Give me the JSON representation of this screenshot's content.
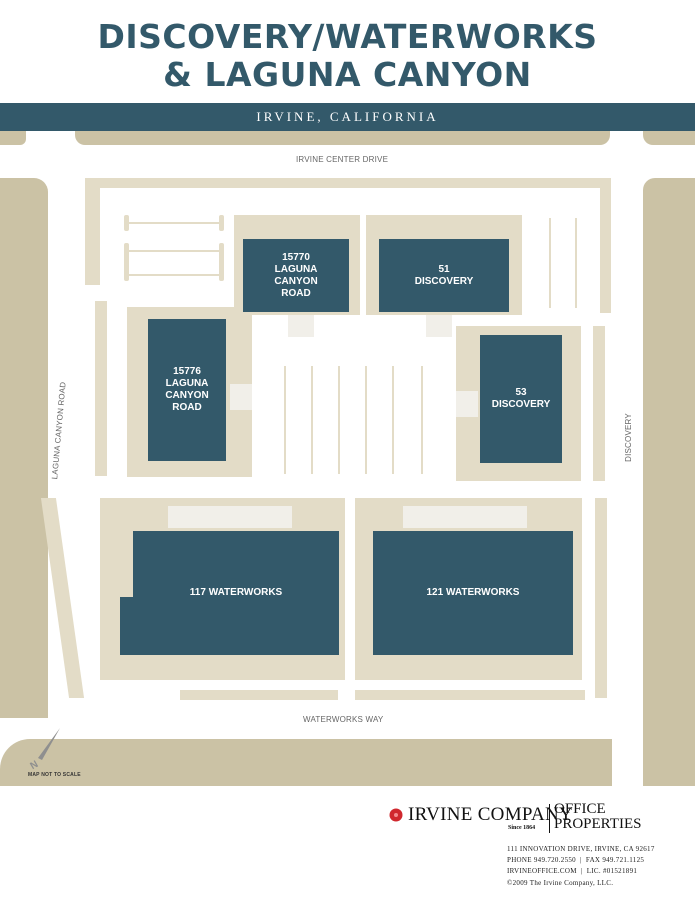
{
  "header": {
    "title_line1": "DISCOVERY/WATERWORKS",
    "title_line2": "& LAGUNA CANYON",
    "subtitle": "IRVINE, CALIFORNIA"
  },
  "colors": {
    "brand_blue": "#33596a",
    "road": "#cbc2a5",
    "pavement": "#e3dcc7",
    "plaza": "#f1efe9",
    "logo_red": "#d0282e"
  },
  "map": {
    "streets": {
      "north": "IRVINE CENTER DRIVE",
      "west": "LAGUNA CANYON ROAD",
      "east": "DISCOVERY",
      "south": "WATERWORKS WAY"
    },
    "buildings": [
      {
        "id": "15770",
        "lines": [
          "15770",
          "LAGUNA",
          "CANYON",
          "ROAD"
        ]
      },
      {
        "id": "51",
        "lines": [
          "51",
          "DISCOVERY"
        ]
      },
      {
        "id": "15776",
        "lines": [
          "15776",
          "LAGUNA",
          "CANYON",
          "ROAD"
        ]
      },
      {
        "id": "53",
        "lines": [
          "53",
          "DISCOVERY"
        ]
      },
      {
        "id": "117",
        "lines": [
          "117 WATERWORKS"
        ]
      },
      {
        "id": "121",
        "lines": [
          "121 WATERWORKS"
        ]
      }
    ],
    "north_arrow_label": "N",
    "scale_note": "MAP NOT TO SCALE"
  },
  "footer": {
    "logo": {
      "company": "IRVINE COMPANY",
      "since": "Since 1864",
      "division_line1": "OFFICE",
      "division_line2": "PROPERTIES"
    },
    "address": "111 INNOVATION DRIVE, IRVINE, CA 92617",
    "phone": "PHONE 949.720.2550",
    "fax": "FAX 949.721.1125",
    "website": "IRVINEOFFICE.COM",
    "license": "LIC. #01521891",
    "copyright": "©2009 The Irvine Company, LLC."
  }
}
